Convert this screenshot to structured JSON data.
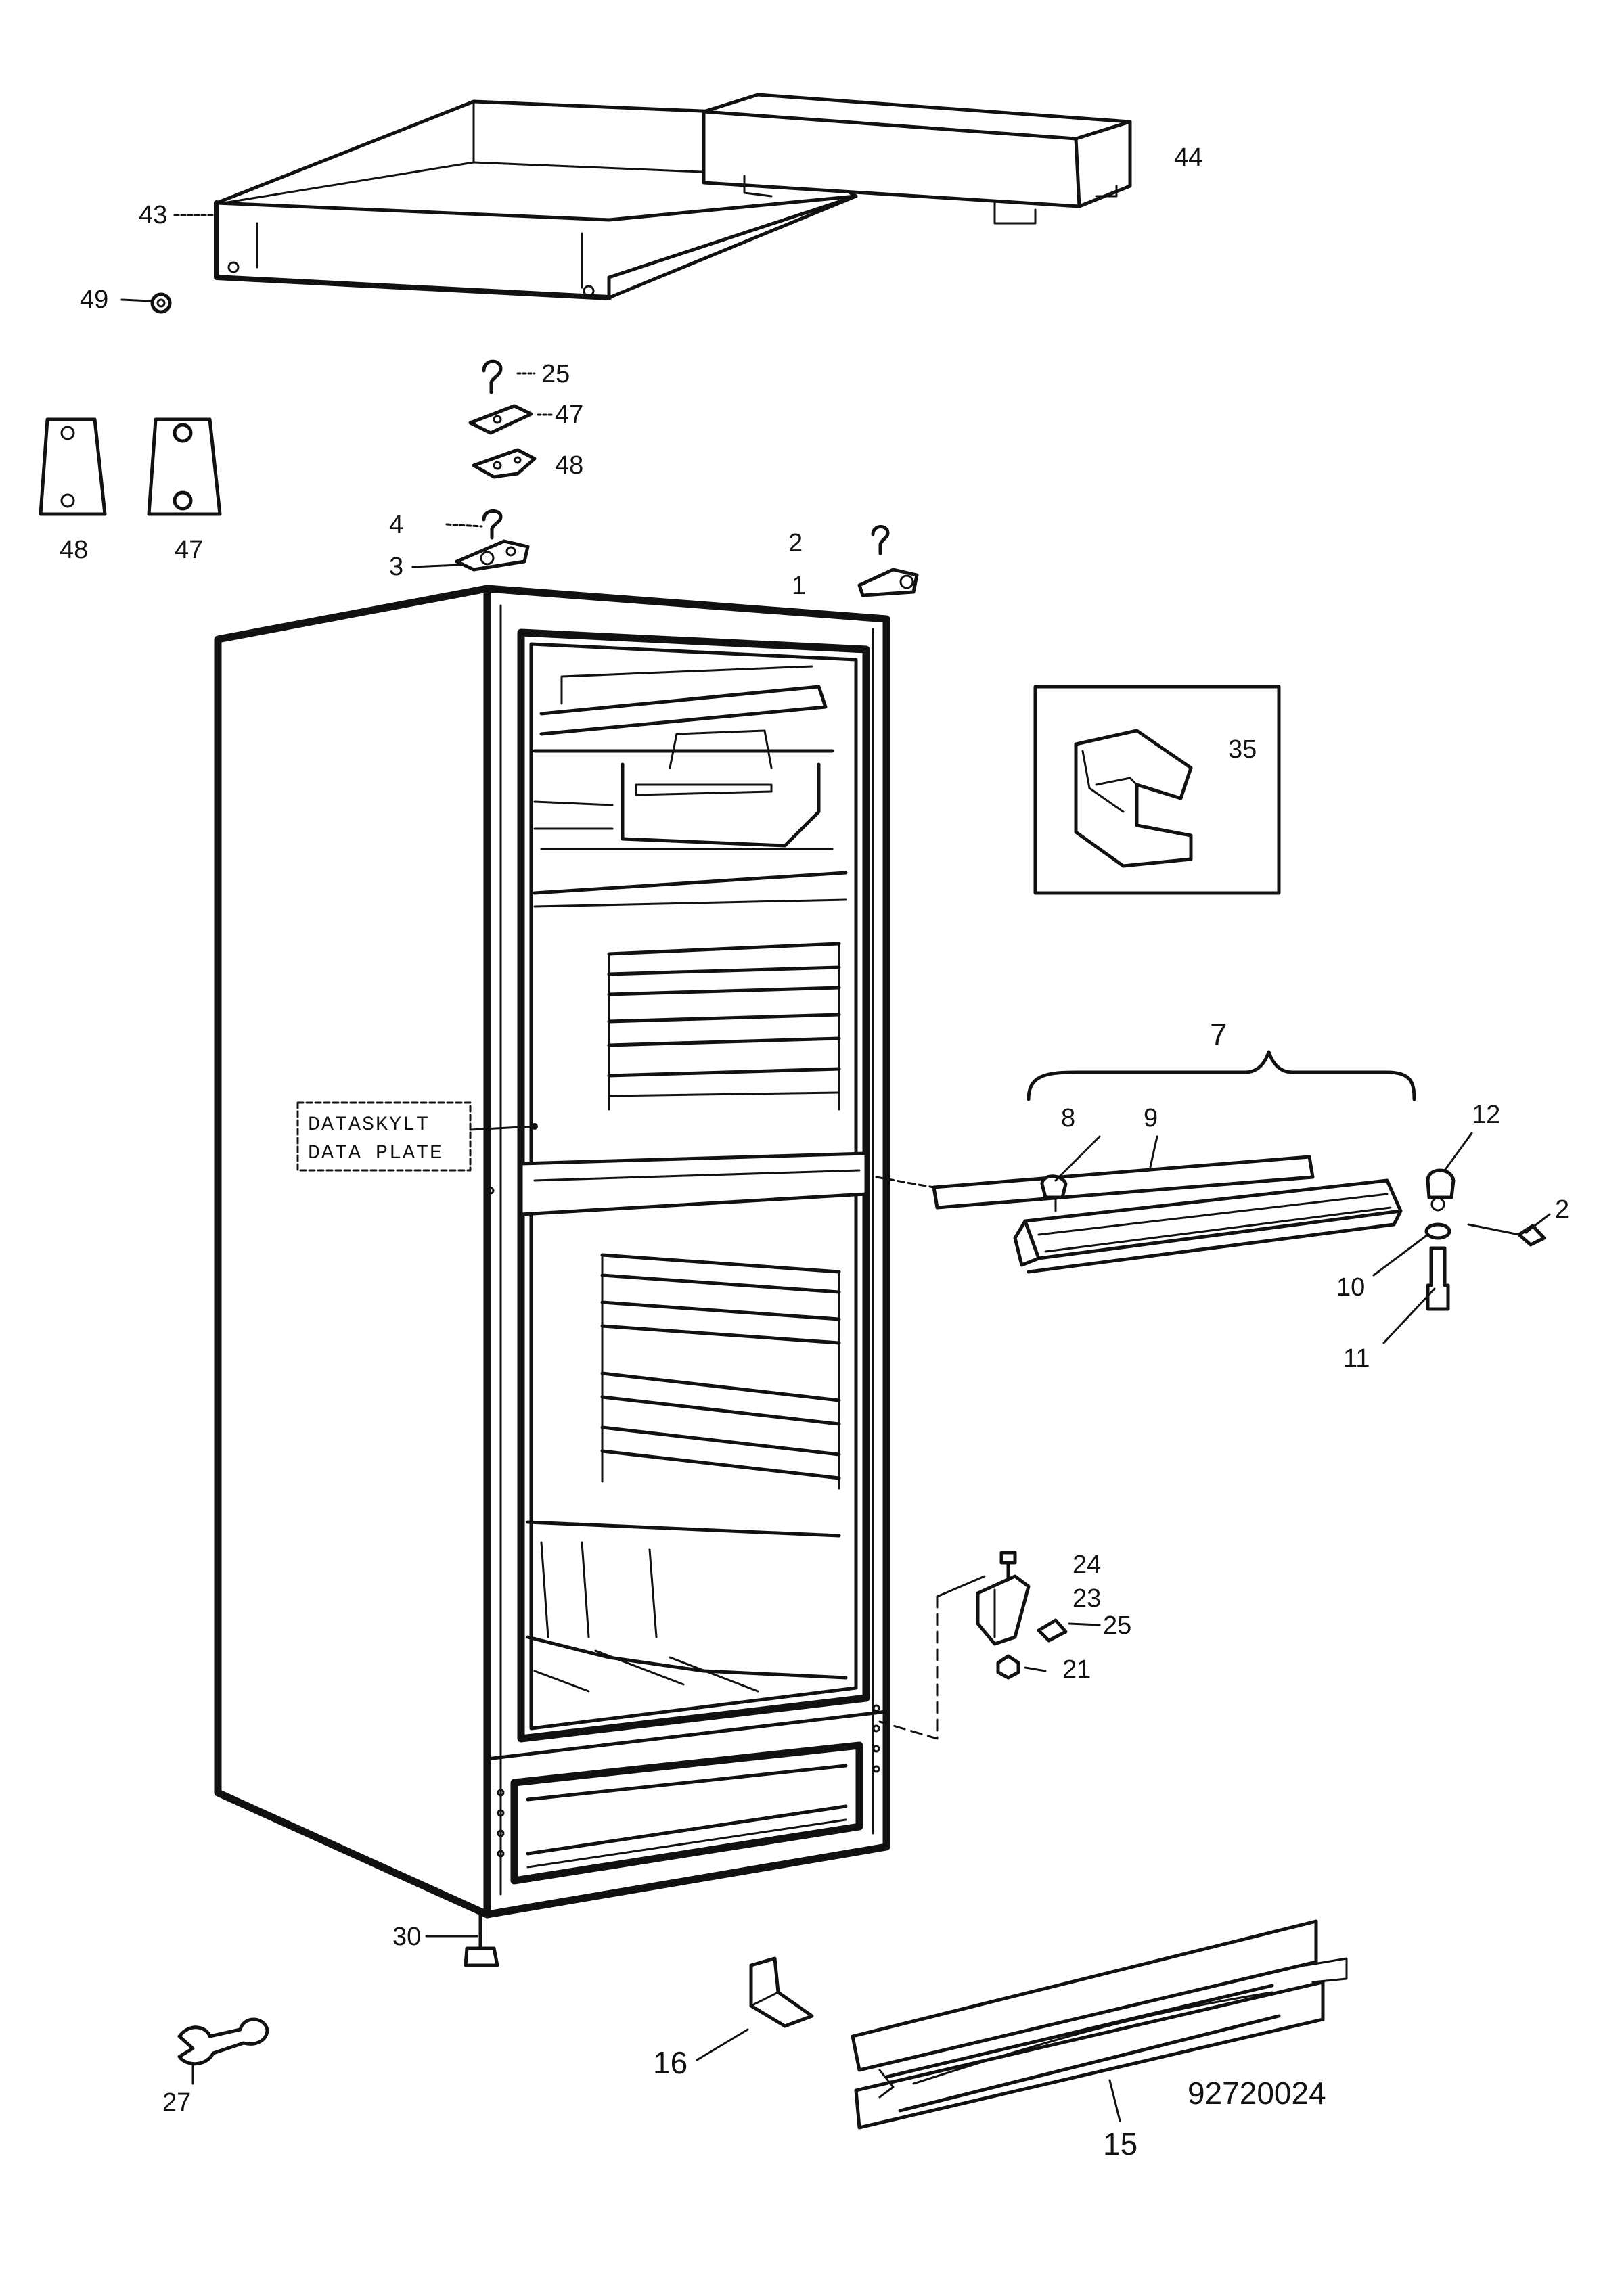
{
  "diagram": {
    "drawing_number": "92720024",
    "data_plate": {
      "line1": "DATASKYLT",
      "line2": "DATA PLATE"
    },
    "callouts": [
      {
        "id": "c43",
        "label": "43"
      },
      {
        "id": "c44",
        "label": "44"
      },
      {
        "id": "c49",
        "label": "49"
      },
      {
        "id": "c25a",
        "label": "25"
      },
      {
        "id": "c47a",
        "label": "47"
      },
      {
        "id": "c48a",
        "label": "48"
      },
      {
        "id": "c48b",
        "label": "48"
      },
      {
        "id": "c47b",
        "label": "47"
      },
      {
        "id": "c4",
        "label": "4"
      },
      {
        "id": "c3",
        "label": "3"
      },
      {
        "id": "c2a",
        "label": "2"
      },
      {
        "id": "c1",
        "label": "1"
      },
      {
        "id": "c35",
        "label": "35"
      },
      {
        "id": "c7",
        "label": "7"
      },
      {
        "id": "c8",
        "label": "8"
      },
      {
        "id": "c9",
        "label": "9"
      },
      {
        "id": "c12",
        "label": "12"
      },
      {
        "id": "c2b",
        "label": "2"
      },
      {
        "id": "c10",
        "label": "10"
      },
      {
        "id": "c11",
        "label": "11"
      },
      {
        "id": "c24",
        "label": "24"
      },
      {
        "id": "c23",
        "label": "23"
      },
      {
        "id": "c25b",
        "label": "25"
      },
      {
        "id": "c21",
        "label": "21"
      },
      {
        "id": "c30",
        "label": "30"
      },
      {
        "id": "c16",
        "label": "16"
      },
      {
        "id": "c15",
        "label": "15"
      },
      {
        "id": "c27",
        "label": "27"
      }
    ]
  }
}
